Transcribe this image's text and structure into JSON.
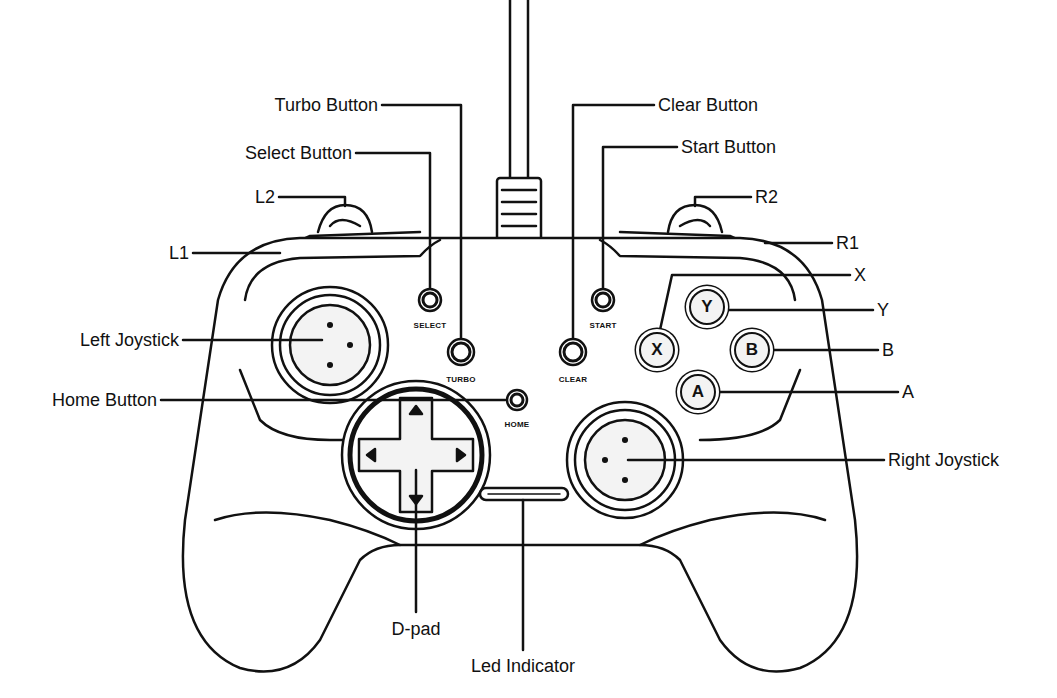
{
  "diagram": {
    "nodes": [
      {
        "text": [
          "X"
        ]
      },
      {
        "text": [
          "Y"
        ]
      },
      {
        "text": [
          "B"
        ]
      },
      {
        "text": [
          "A"
        ]
      }
    ],
    "labels": [
      "Turbo Button",
      "Select Button",
      "L2",
      "L1",
      "Left Joystick",
      "Home Button",
      "D-pad",
      "Led Indicator",
      "Clear Button",
      "Start Button",
      "R2",
      "R1",
      "X",
      "Y",
      "B",
      "A",
      "Right Joystick",
      "SELECT",
      "TURBO",
      "CLEAR",
      "START",
      "HOME"
    ]
  }
}
